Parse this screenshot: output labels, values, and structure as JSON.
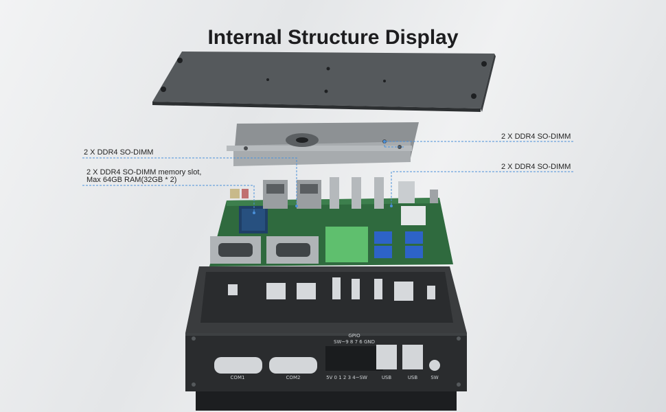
{
  "title": "Internal Structure Display",
  "labels": {
    "ddr4_right_upper": "2 X DDR4 SO-DIMM",
    "ddr4_right_lower": "2 X DDR4 SO-DIMM",
    "ddr4_left": "2 X DDR4 SO-DIMM",
    "memory_slot_line1": "2 X DDR4 SO-DIMM memory slot,",
    "memory_slot_line2": "Max 64GB RAM(32GB * 2)"
  },
  "panel_print": {
    "com1": "COM1",
    "com2": "COM2",
    "gpio": "GPIO",
    "gpio_pins": "SW~9 8 7 6 GND",
    "gpio_pins_lower": "5V 0 1 2 3 4~SW",
    "usb1": "USB",
    "usb2": "USB",
    "sw": "SW"
  },
  "colors": {
    "title": "#1d1d1f",
    "leader_line": "#4a90d9",
    "pcb": "#2f6a3e",
    "chassis": "#2a2c2e",
    "terminal_block": "#5fbf6e",
    "usb_blue": "#2d63c8"
  }
}
